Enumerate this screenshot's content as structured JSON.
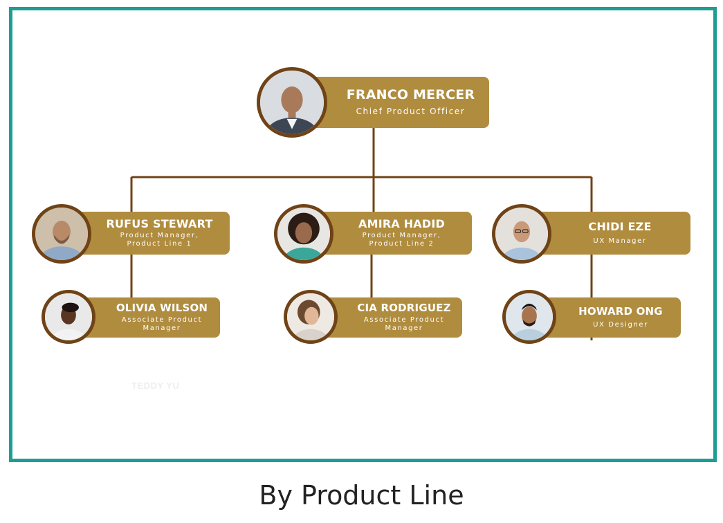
{
  "colors": {
    "frame": "#1e9e92",
    "card": "#b08c3e",
    "avatar_ring": "#6f4316",
    "connector": "#6f4316"
  },
  "org": {
    "ceo": {
      "name": "FRANCO MERCER",
      "role": "Chief Product Officer",
      "avatar": "person-photo"
    },
    "rufus": {
      "name": "RUFUS STEWART",
      "role_line1": "Product Manager,",
      "role_line2": "Product Line 1",
      "avatar": "person-photo"
    },
    "amira": {
      "name": "AMIRA HADID",
      "role_line1": "Product Manager,",
      "role_line2": "Product Line 2",
      "avatar": "person-photo"
    },
    "chidi": {
      "name": "CHIDI EZE",
      "role": "UX Manager",
      "avatar": "person-photo"
    },
    "olivia": {
      "name": "OLIVIA WILSON",
      "role_line1": "Associate Product",
      "role_line2": "Manager",
      "avatar": "person-photo"
    },
    "cia": {
      "name": "CIA RODRIGUEZ",
      "role_line1": "Associate Product",
      "role_line2": "Manager",
      "avatar": "person-photo"
    },
    "howard": {
      "name": "HOWARD ONG",
      "role": "UX Designer",
      "avatar": "person-photo"
    }
  },
  "watermark_text": "TEDDY YU",
  "caption": "By Product Line"
}
